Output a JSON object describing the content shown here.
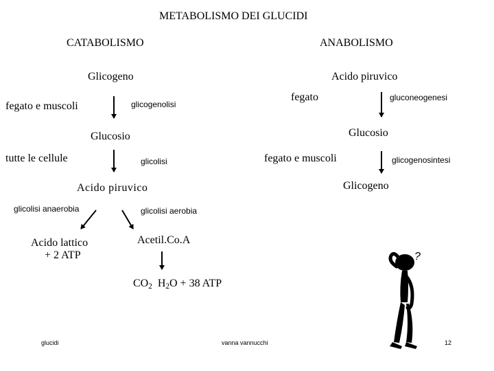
{
  "title": "METABOLISMO DEI GLUCIDI",
  "catabolismo": {
    "heading": "CATABOLISMO",
    "glicogeno": "Glicogeno",
    "location_1": "fegato e muscoli",
    "process_1": "glicogenolisi",
    "glucosio": "Glucosio",
    "location_2": "tutte le cellule",
    "process_2": "glicolisi",
    "acido_piruvico": "Acido piruvico",
    "branch_left": "glicolisi anaerobia",
    "branch_right": "glicolisi aerobia",
    "acido_lattico": "Acido lattico",
    "atp_2": "+ 2 ATP",
    "acetil": "Acetil.Co.A",
    "co2_prefix": "CO",
    "co2_sub": "2",
    "h2o_prefix": "H",
    "h2o_sub": "2",
    "h2o_suffix": "O + 38 ATP"
  },
  "anabolismo": {
    "heading": "ANABOLISMO",
    "acido_piruvico": "Acido piruvico",
    "location_1": "fegato",
    "process_1": "gluconeogenesi",
    "glucosio": "Glucosio",
    "location_2": "fegato e muscoli",
    "process_2": "glicogenosintesi",
    "glicogeno": "Glicogeno"
  },
  "footer": {
    "left": "glucidi",
    "center": "vanna vannucchi",
    "page": "12"
  },
  "figure": {
    "question_mark": "?"
  }
}
